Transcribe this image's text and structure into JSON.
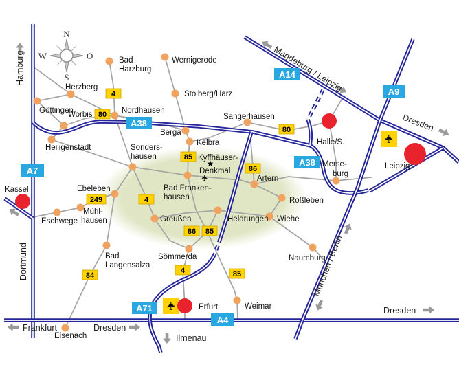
{
  "labels": {
    "hamburg": "Hamburg",
    "dortmund": "Dortmund",
    "frankfurt": "Frankfurt",
    "dresden_bl": "Dresden",
    "dresden_tr": "Dresden",
    "dresden_br": "Dresden",
    "ilmenau": "Ilmenau",
    "magdeburg_leipzig": "Magdeburg / Leipzig",
    "muenchen_berlin": "München / Berlin",
    "goettingen": "Göttingen",
    "herzberg": "Herzberg",
    "bad_harzburg_1": "Bad",
    "bad_harzburg_2": "Harzburg",
    "wernigerode": "Wernigerode",
    "stolberg": "Stolberg/Harz",
    "nordhausen": "Nordhausen",
    "worbis": "Worbis",
    "heiligenstadt": "Heiligenstadt",
    "kassel": "Kassel",
    "eschwege": "Eschwege",
    "muehlhausen_1": "Mühl-",
    "muehlhausen_2": "hausen",
    "ebeleben": "Ebeleben",
    "bad_langensalza_1": "Bad",
    "bad_langensalza_2": "Langensalza",
    "eisenach": "Eisenach",
    "sondershausen_1": "Sonders-",
    "sondershausen_2": "hausen",
    "berga": "Berga",
    "kelbra": "Kelbra",
    "sangerhausen": "Sangerhausen",
    "kyffhaeuser_1": "Kyffhäuser-",
    "kyffhaeuser_2": "Denkmal",
    "bad_frankenhausen_1": "Bad Franken-",
    "bad_frankenhausen_2": "hausen",
    "artern": "Artern",
    "greussen": "Greußen",
    "heldrungen": "Heldrungen",
    "wiehe": "Wiehe",
    "rossleben": "Roßleben",
    "soemmerda": "Sömmerda",
    "erfurt": "Erfurt",
    "weimar": "Weimar",
    "naumburg": "Naumburg",
    "halle": "Halle/S.",
    "merseburg_1": "Merse-",
    "merseburg_2": "burg",
    "leipzig": "Leipzig"
  },
  "badges": {
    "a7": "A7",
    "a38_w": "A38",
    "a38_e": "A38",
    "a14": "A14",
    "a9": "A9",
    "a71": "A71",
    "a4": "A4",
    "b4_n": "4",
    "b4_m": "4",
    "b4_s": "4",
    "b80_w": "80",
    "b80_e": "80",
    "b85_kelbra": "85",
    "b85_c": "85",
    "b85_weimar": "85",
    "b86_artern": "86",
    "b86_c": "86",
    "b249": "249",
    "b84": "84"
  },
  "compass": {
    "n": "N",
    "e": "O",
    "s": "S",
    "w": "W"
  },
  "icons": {
    "airplane": "✈",
    "star": "★"
  },
  "colors": {
    "motorway": "#26269b",
    "motorway_badge": "#29a7e1",
    "road_badge": "#ffd200",
    "town_dot": "#f0a35f",
    "city_marker": "#e8232d",
    "highlight_region": "#dfe5c2",
    "road": "#a5a5a5",
    "arrow": "#9a9a9a"
  }
}
